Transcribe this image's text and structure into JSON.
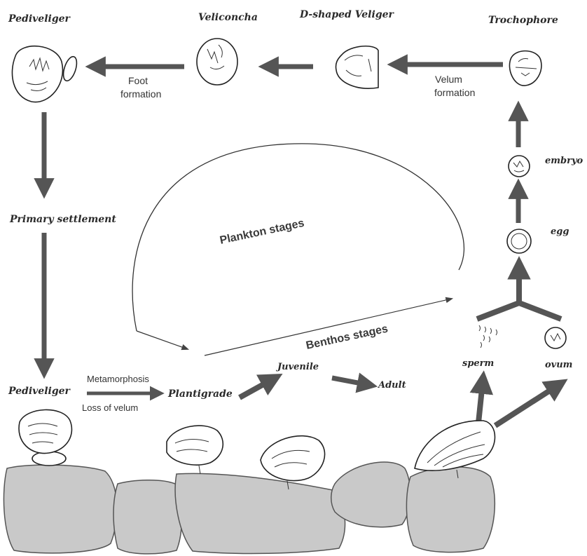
{
  "colors": {
    "arrow": "#555555",
    "rock": "#c9c9c9",
    "outline": "#222222"
  },
  "stages": {
    "pediveliger_top": "Pediveliger",
    "veliconcha": "Veliconcha",
    "d_shaped_veliger": "D-shaped Veliger",
    "trochophore": "Trochophore",
    "embryo": "embryo",
    "egg": "egg",
    "sperm": "sperm",
    "ovum": "ovum",
    "primary_settlement": "Primary  settlement",
    "pediveliger_bottom": "Pediveliger",
    "plantigrade": "Plantigrade",
    "juvenile": "Juvenile",
    "adult": "Adult"
  },
  "transitions": {
    "foot_formation_line1": "Foot",
    "foot_formation_line2": "formation",
    "velum_formation_line1": "Velum",
    "velum_formation_line2": "formation",
    "metamorphosis": "Metamorphosis",
    "loss_of_velum": "Loss of velum"
  },
  "bands": {
    "plankton": "Plankton stages",
    "benthos": "Benthos stages"
  }
}
